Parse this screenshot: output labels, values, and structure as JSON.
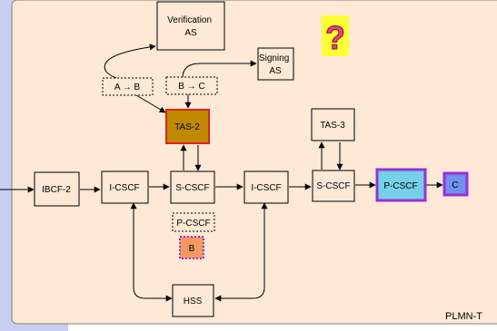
{
  "nodes": {
    "verification_as": "Verification\nAS",
    "signing_as": "Signing\nAS",
    "a_to_b": "A → B",
    "b_to_c": "B → C",
    "tas2": "TAS-2",
    "tas3": "TAS-3",
    "ibcf2": "IBCF-2",
    "icscf_left": "I-CSCF",
    "scscf_mid": "S-CSCF",
    "icscf_right": "I-CSCF",
    "scscf_right": "S-CSCF",
    "pcscf_right": "P-CSCF",
    "c": "C",
    "pcscf_mid": "P-CSCF",
    "b": "B",
    "hss": "HSS"
  },
  "question_mark": "?",
  "network_label": "PLMN-T",
  "colors": {
    "panel": "#fde9d6",
    "panel_border": "#7f7f7f",
    "page_bg": "#c9cff0",
    "tas2_fill": "#c08a00",
    "tas2_border": "#e02020",
    "pcscf_fill": "#74d1e6",
    "violet_border": "#9a2fd6",
    "c_fill": "#6f92ea",
    "b_fill": "#f49a5c",
    "yellow": "#ffff33",
    "question": "#e8457a"
  }
}
